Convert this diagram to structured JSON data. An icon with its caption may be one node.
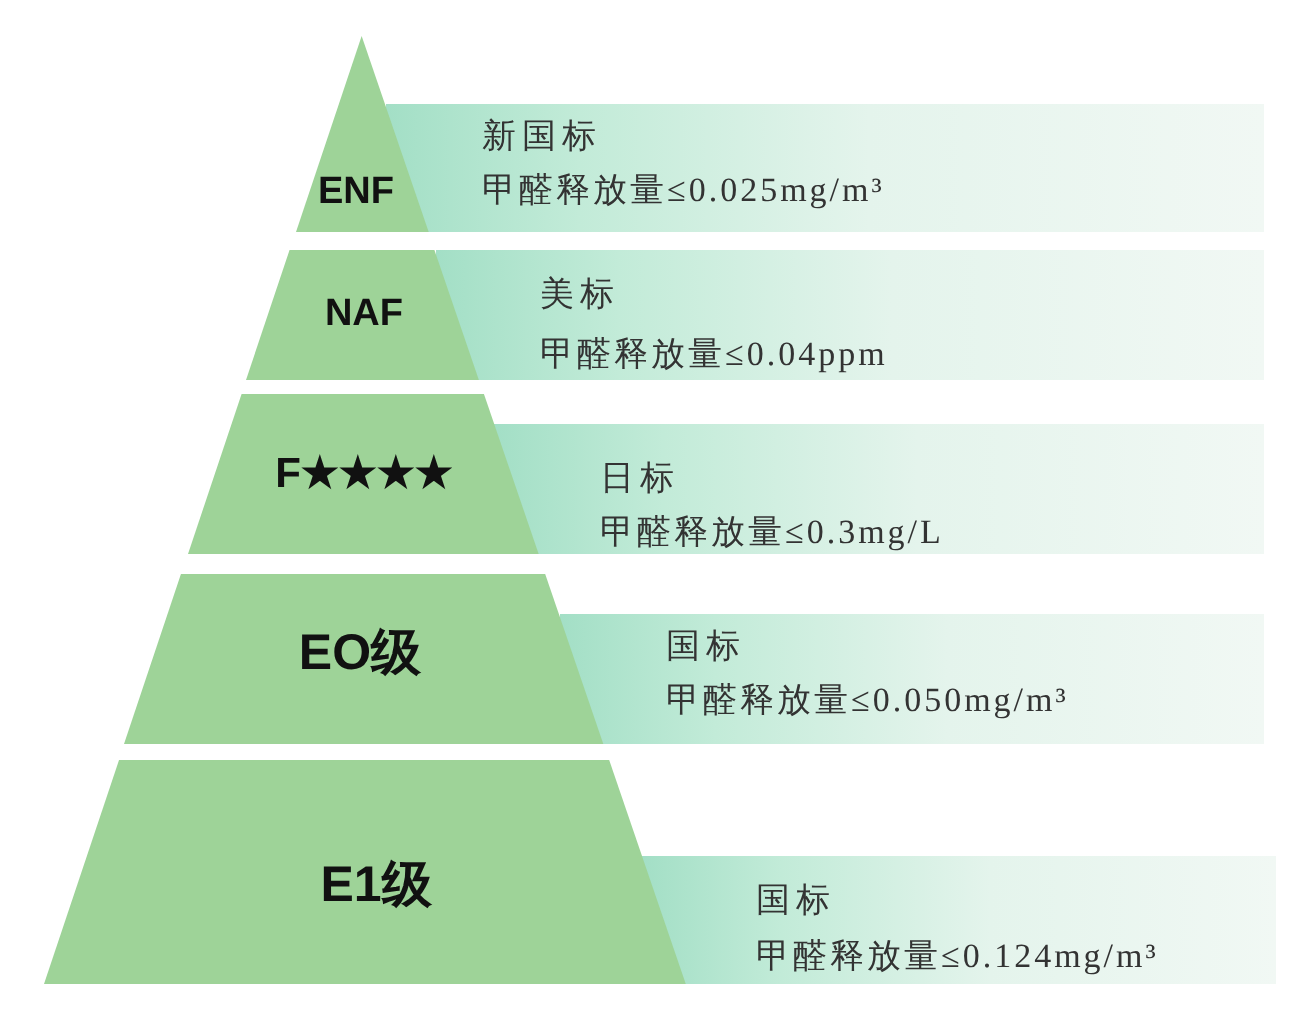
{
  "diagram": {
    "nodes": [
      {
        "text": [
          "ENF"
        ]
      },
      {
        "text": [
          "新国标",
          "甲醛释放量≤0.025mg/m³"
        ]
      },
      {
        "text": [
          "NAF"
        ]
      },
      {
        "text": [
          "美标",
          "甲醛释放量≤0.04ppm"
        ]
      },
      {
        "text": [
          "F★★★★"
        ]
      },
      {
        "text": [
          "日标",
          "甲醛释放量≤0.3mg/L"
        ]
      },
      {
        "text": [
          "EO级"
        ]
      },
      {
        "text": [
          "国标",
          "甲醛释放量≤0.050mg/m³"
        ]
      },
      {
        "text": [
          "E1级"
        ]
      },
      {
        "text": [
          "国标",
          "甲醛释放量≤0.124mg/m³"
        ]
      }
    ]
  }
}
